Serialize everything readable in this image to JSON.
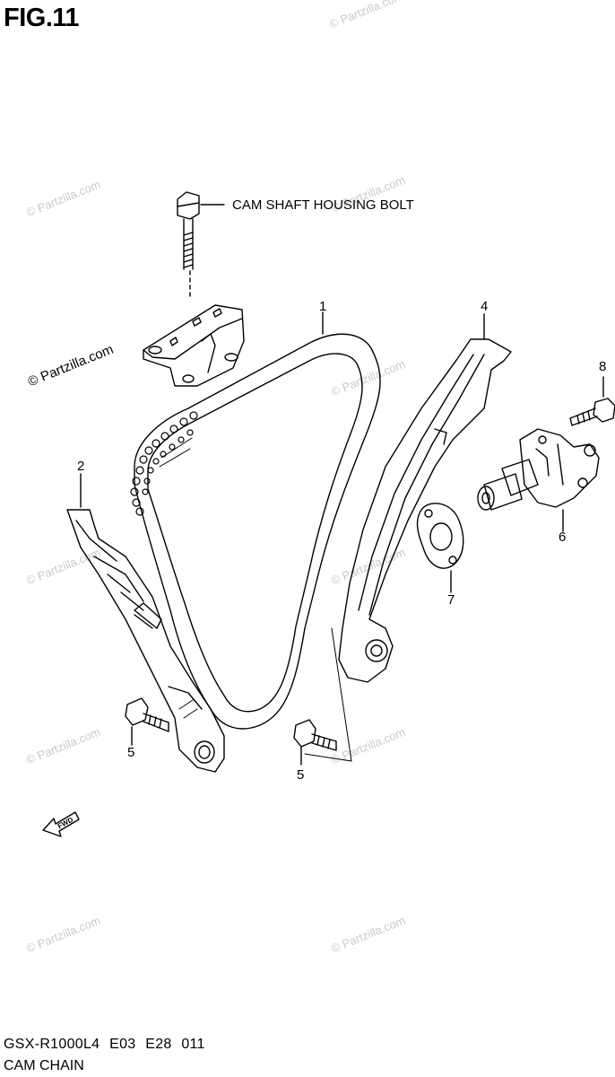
{
  "title": "FIG.11",
  "footer": {
    "model_line": "GSX-R1000L4  E03  E28  011",
    "section_name": "CAM CHAIN"
  },
  "callouts": {
    "cam_shaft_bolt": "CAM SHAFT HOUSING BOLT",
    "item_1": "1",
    "item_2": "2",
    "item_4": "4",
    "item_5a": "5",
    "item_5b": "5",
    "item_6": "6",
    "item_7": "7",
    "item_8": "8"
  },
  "fwd_label": "FWD",
  "watermarks": {
    "text": "© Partzilla.com",
    "overlay_text": "© Partzilla.com"
  },
  "colors": {
    "line": "#000000",
    "watermark": "#c9c9c9",
    "background": "#ffffff"
  }
}
